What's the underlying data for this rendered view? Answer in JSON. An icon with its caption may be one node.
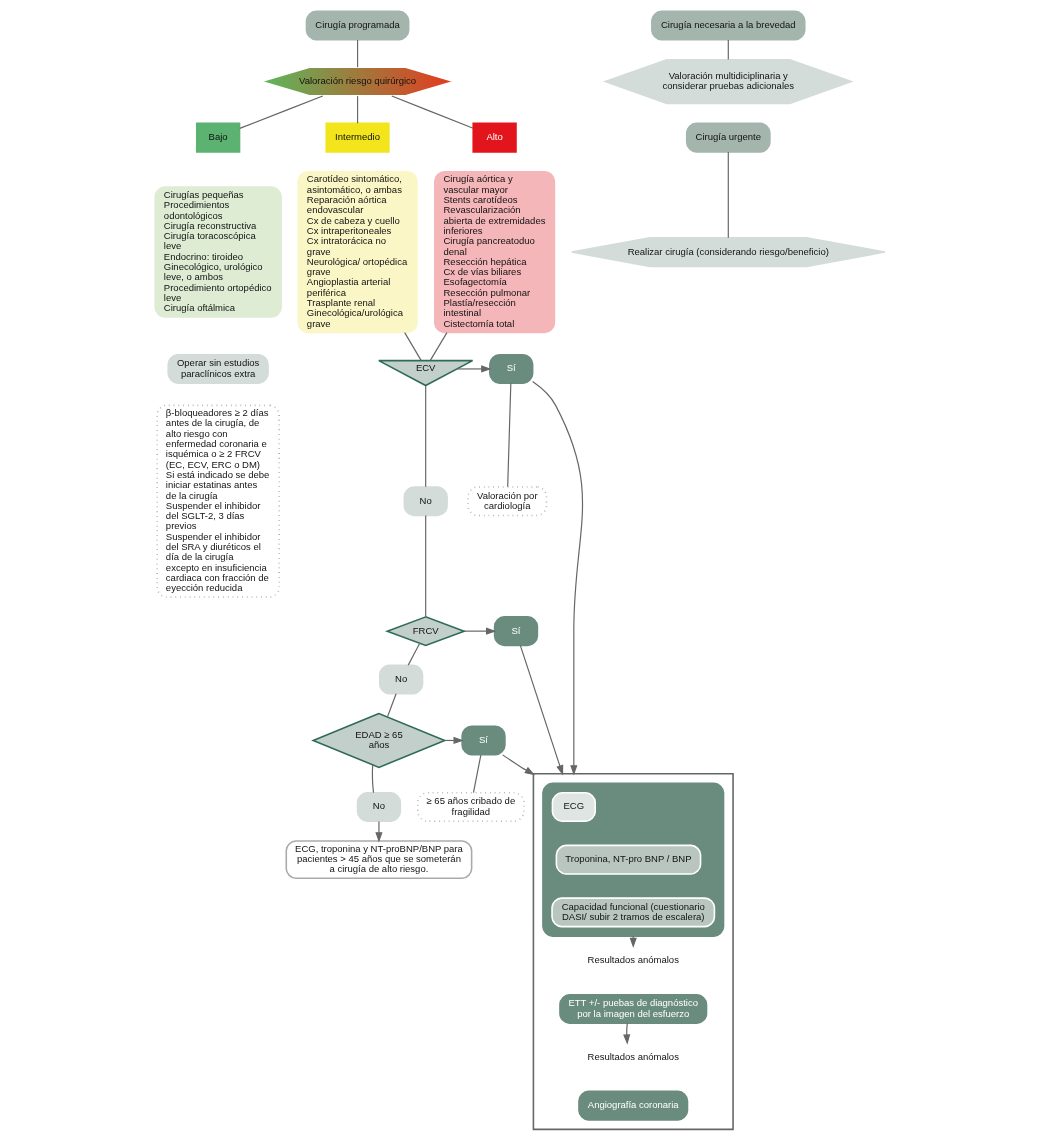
{
  "diagram": {
    "nodes": [
      {
        "text": [
          "Cirugía programada"
        ]
      },
      {
        "text": [
          "Valoración riesgo quirúrgico"
        ]
      },
      {
        "text": [
          "Bajo"
        ]
      },
      {
        "text": [
          "Cirugías pequeñas",
          "Procedimientos odontológicos",
          "Cirugía reconstructiva",
          "Cirugía toracoscópica leve",
          "Endocrino: tiroideo",
          "Ginecológico, urológico leve, o ambos",
          "Procedimiento ortopédico leve",
          "Cirugía oftálmica"
        ]
      },
      {
        "text": [
          "Intermedio"
        ]
      },
      {
        "text": [
          "Carotídeo sintomático, asintomático, o ambas",
          "Reparación aórtica endovascular",
          "Cx de cabeza y cuello",
          "Cx intraperitoneales",
          "Cx intratorácica no grave",
          "Neurológica/ ortopédica grave",
          "Angioplastia arterial periférica",
          "Trasplante renal",
          "Ginecológica/urológica grave"
        ]
      },
      {
        "text": [
          "Alto"
        ]
      },
      {
        "text": [
          "Cirugía aórtica y vascular mayor",
          "Stents carotídeos",
          "Revascularización abierta de extremidades inferiores",
          "Cirugía pancreatoduo denal",
          "Resección hepática",
          "Cx de vías biliares",
          "Esofagectomía",
          "Resección pulmonar",
          "Plastía/resección intestinal",
          "Cistectomía total"
        ]
      },
      {
        "text": [
          "Operar sin estudios paraclínicos extra"
        ]
      },
      {
        "text": [
          "β-bloqueadores ≥ 2 días antes de la cirugía, de alto riesgo con enfermedad coronaria e isquémica o ≥ 2 FRCV (EC, ECV, ERC o DM)",
          "Si está indicado se debe iniciar estatinas antes de la cirugía",
          "Suspender el inhibidor del SGLT-2, 3 días previos",
          "Suspender el inhibidor del SRA y diuréticos el día de la cirugía excepto en insuficiencia cardiaca con fracción de eyección reducida"
        ]
      },
      {
        "text": [
          "ECV"
        ]
      },
      {
        "text": [
          "Sí"
        ]
      },
      {
        "text": [
          "Valoración por cardiología"
        ]
      },
      {
        "text": [
          "No"
        ]
      },
      {
        "text": [
          "FRCV"
        ]
      },
      {
        "text": [
          "Sí"
        ]
      },
      {
        "text": [
          "No"
        ]
      },
      {
        "text": [
          "EDAD ≥ 65 años"
        ]
      },
      {
        "text": [
          "Sí"
        ]
      },
      {
        "text": [
          "≥ 65 años cribado de fragilidad"
        ]
      },
      {
        "text": [
          "No"
        ]
      },
      {
        "text": [
          "ECG, troponina y NT-proBNP/BNP para pacientes > 45 años que se someterán a cirugía de alto riesgo."
        ]
      },
      {
        "text": [],
        "shape": "box"
      },
      {
        "text": [],
        "shape": "box",
        "in": 22
      },
      {
        "text": [
          "ECG"
        ],
        "in": 23
      },
      {
        "text": [
          "Troponina, NT-pro BNP / BNP"
        ],
        "in": 23
      },
      {
        "text": [
          "Capacidad funcional (cuestionario DASI/ subir 2 tramos de escalera)"
        ],
        "in": 23
      },
      {
        "text": [
          "Resultados anómalos"
        ],
        "in": 22
      },
      {
        "text": [
          "ETT +/- puebas de diagnóstico por la imagen del esfuerzo"
        ],
        "in": 22
      },
      {
        "text": [
          "Resultados anómalos"
        ],
        "in": 22
      },
      {
        "text": [
          "Angiografía coronaria"
        ],
        "in": 22
      },
      {
        "text": [
          "Cirugía necesaria a la brevedad"
        ]
      },
      {
        "text": [
          "Valoración multidiciplinaria y considerar pruebas adicionales"
        ]
      },
      {
        "text": [
          "Cirugía urgente"
        ]
      },
      {
        "text": [
          "Realizar cirugía (considerando riesgo/beneficio)"
        ]
      }
    ],
    "edges": [
      {
        "from": 0,
        "to": 1,
        "arrow": "none"
      },
      {
        "from": 1,
        "to": 2,
        "arrow": "none"
      },
      {
        "from": 1,
        "to": 4,
        "arrow": "none"
      },
      {
        "from": 1,
        "to": 6,
        "arrow": "none"
      },
      {
        "from": 5,
        "to": 10,
        "arrow": "none"
      },
      {
        "from": 7,
        "to": 10,
        "arrow": "none"
      },
      {
        "from": 10,
        "to": 11,
        "arrow": "to"
      },
      {
        "from": 11,
        "to": 12,
        "arrow": "none"
      },
      {
        "from": 10,
        "to": 13,
        "arrow": "none"
      },
      {
        "from": 13,
        "to": 14,
        "arrow": "none"
      },
      {
        "from": 14,
        "to": 15,
        "arrow": "to"
      },
      {
        "from": 14,
        "to": 16,
        "arrow": "none"
      },
      {
        "from": 16,
        "to": 17,
        "arrow": "none"
      },
      {
        "from": 17,
        "to": 18,
        "arrow": "to"
      },
      {
        "from": 18,
        "to": 19,
        "arrow": "none"
      },
      {
        "from": 17,
        "to": 20,
        "arrow": "none"
      },
      {
        "from": 20,
        "to": 21,
        "arrow": "to"
      },
      {
        "from": 11,
        "to": 22,
        "arrow": "to"
      },
      {
        "from": 15,
        "to": 22,
        "arrow": "to"
      },
      {
        "from": 18,
        "to": 22,
        "arrow": "to"
      },
      {
        "from": 23,
        "to": 27,
        "arrow": "to"
      },
      {
        "from": 28,
        "to": 29,
        "arrow": "to"
      },
      {
        "from": 31,
        "to": 32,
        "arrow": "none"
      },
      {
        "from": 33,
        "to": 34,
        "arrow": "none"
      }
    ]
  }
}
